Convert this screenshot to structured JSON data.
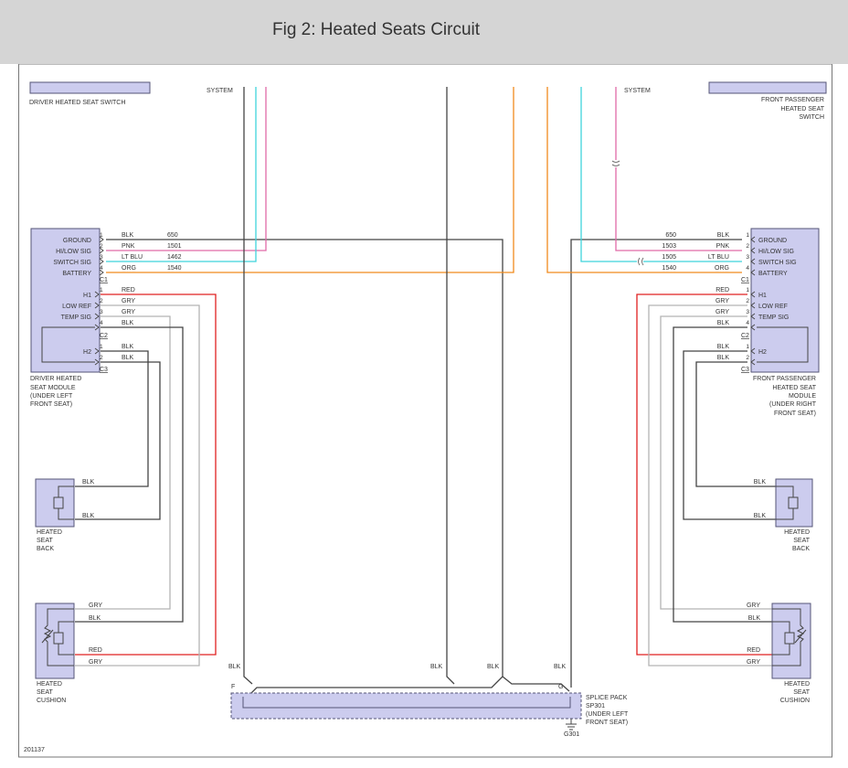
{
  "header": {
    "title": "Fig 2: Heated Seats Circuit"
  },
  "labels": {
    "system_left": "SYSTEM",
    "system_right": "SYSTEM",
    "driver_switch": [
      "DRIVER HEATED SEAT SWITCH"
    ],
    "passenger_switch": [
      "FRONT PASSENGER",
      "HEATED SEAT",
      "SWITCH"
    ],
    "driver_module": [
      "DRIVER HEATED",
      "SEAT MODULE",
      "(UNDER LEFT",
      "FRONT SEAT)"
    ],
    "passenger_module": [
      "FRONT PASSENGER",
      "HEATED SEAT",
      "MODULE",
      "(UNDER RIGHT",
      "FRONT SEAT)"
    ],
    "seat_back": [
      "HEATED",
      "SEAT",
      "BACK"
    ],
    "seat_cushion": [
      "HEATED",
      "SEAT",
      "CUSHION"
    ],
    "splice_pack": [
      "SPLICE PACK",
      "SP301",
      "(UNDER LEFT",
      "FRONT SEAT)"
    ],
    "ground": "G301",
    "splice_pin_f": "F",
    "splice_pin_g": "G",
    "fig_id": "201137"
  },
  "module_pins": {
    "c1": [
      "GROUND",
      "HI/LOW SIG",
      "SWITCH SIG",
      "BATTERY"
    ],
    "c2": [
      "H1",
      "LOW REF",
      "TEMP SIG"
    ],
    "c3": [
      "H2"
    ]
  },
  "connectors": [
    "C1",
    "C2",
    "C3"
  ],
  "pin_numbers": {
    "c1": [
      "1",
      "2",
      "3",
      "4"
    ],
    "c2": [
      "1",
      "2",
      "3",
      "4"
    ],
    "c3": [
      "1",
      "2"
    ]
  },
  "driver_wires": {
    "c1": [
      {
        "color": "BLK",
        "circuit": "650"
      },
      {
        "color": "PNK",
        "circuit": "1501"
      },
      {
        "color": "LT BLU",
        "circuit": "1462"
      },
      {
        "color": "ORG",
        "circuit": "1540"
      }
    ],
    "c2": [
      "RED",
      "GRY",
      "GRY",
      "BLK"
    ],
    "c3": [
      "BLK",
      "BLK"
    ]
  },
  "passenger_wires": {
    "c1": [
      {
        "color": "BLK",
        "circuit": "650"
      },
      {
        "color": "PNK",
        "circuit": "1503"
      },
      {
        "color": "LT BLU",
        "circuit": "1505"
      },
      {
        "color": "ORG",
        "circuit": "1540"
      }
    ],
    "c2": [
      "RED",
      "GRY",
      "GRY",
      "BLK"
    ],
    "c3": [
      "BLK",
      "BLK"
    ]
  },
  "element_wires": {
    "back": [
      "BLK",
      "BLK"
    ],
    "cushion": [
      "GRY",
      "BLK",
      "RED",
      "GRY"
    ]
  },
  "bottom_wires": [
    "BLK",
    "BLK",
    "BLK",
    "BLK"
  ],
  "colors": {
    "BLK": "#444444",
    "PNK": "#e06aa8",
    "LT BLU": "#3fd4dc",
    "ORG": "#f08a1c",
    "RED": "#e02020",
    "GRY": "#b4b4b4",
    "component_fill": "#ccccee",
    "component_stroke": "#555577",
    "header_bg": "#d5d5d5"
  }
}
